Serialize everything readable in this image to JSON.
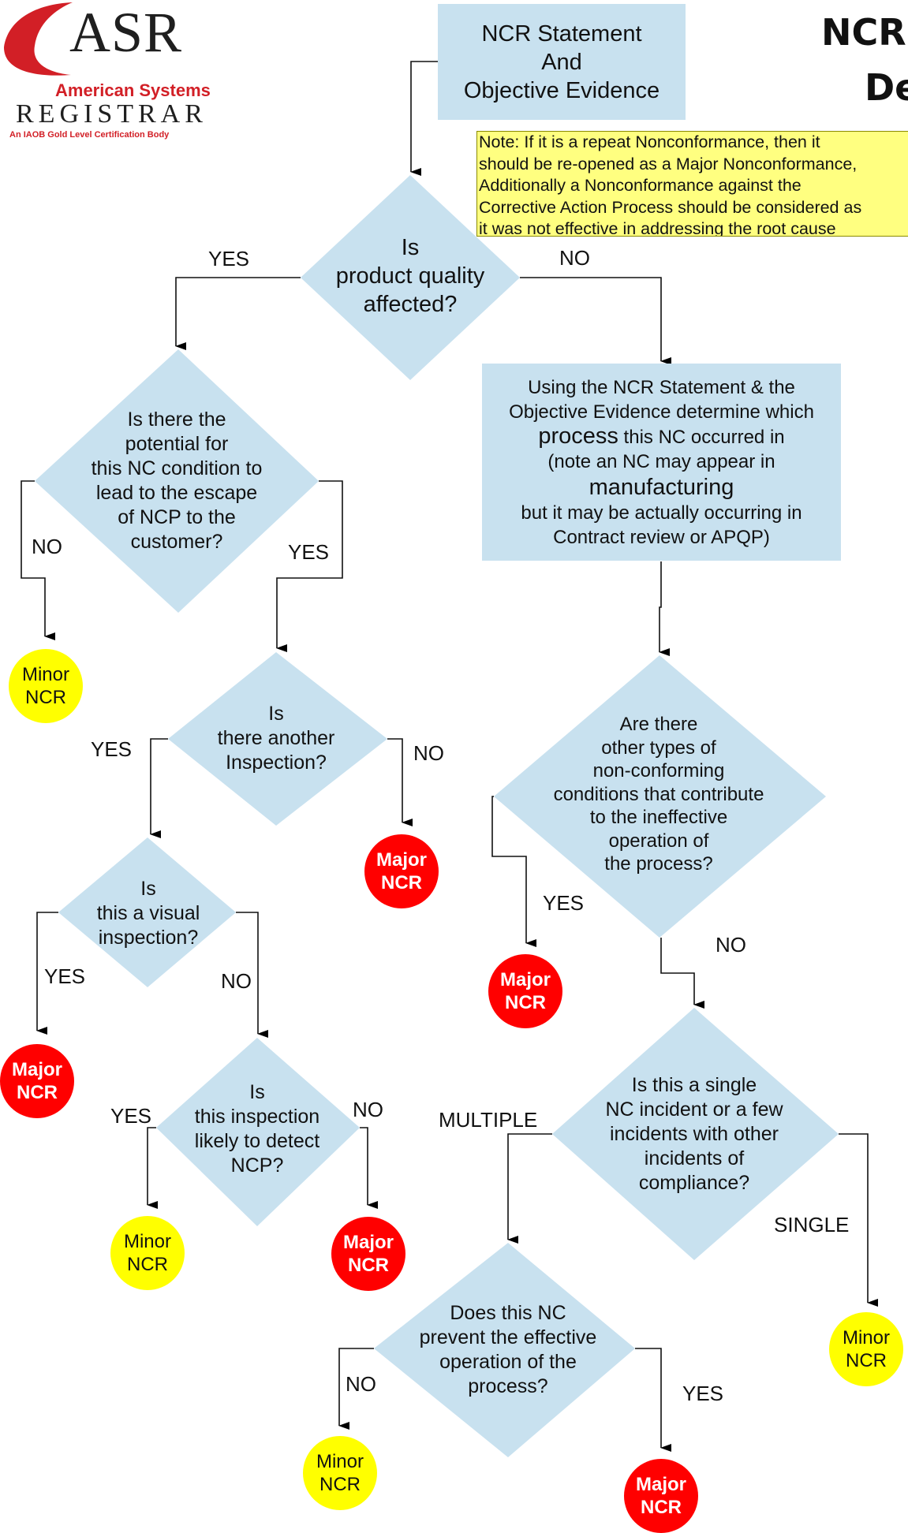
{
  "logo": {
    "mark": "ASR",
    "line1": "American Systems",
    "line2": "REGISTRAR",
    "tagline": "An IAOB Gold Level Certification Body",
    "colors": {
      "swoosh": "#d21f26",
      "text": "#1f1f1f",
      "red": "#d21f26"
    }
  },
  "title": {
    "line1": "NCR",
    "line2": "De"
  },
  "start": {
    "lines": [
      "NCR Statement",
      "And",
      "Objective Evidence"
    ]
  },
  "note": {
    "lines": [
      "Note:  If it is a repeat Nonconformance, then it",
      "should be re-opened as a Major Nonconformance,",
      "Additionally a Nonconformance against the",
      "Corrective Action Process should be considered as",
      "it was not effective in addressing the root cause"
    ]
  },
  "process_box": {
    "line1": "Using the NCR Statement & the",
    "line2": "Objective Evidence determine which",
    "line3_big": "process",
    "line3_rest": " this NC occurred in",
    "line4": "(note an NC may  appear in",
    "line5_big": "manufacturing",
    "line6": "but it may be actually occurring in",
    "line7": "Contract review or APQP)"
  },
  "decisions": {
    "product_quality": [
      "Is",
      "product quality",
      "affected?"
    ],
    "escape_potential": [
      "Is there the",
      "potential for",
      "this NC condition to",
      "lead to the escape",
      "of NCP to the",
      "customer?"
    ],
    "another_inspection": [
      "Is",
      "there another",
      "Inspection?"
    ],
    "visual_inspection": [
      "Is",
      "this a visual",
      "inspection?"
    ],
    "likely_detect": [
      "Is",
      "this inspection",
      "likely to detect",
      "NCP?"
    ],
    "other_types": [
      "Are there",
      "other types of",
      "non-conforming",
      "conditions that contribute",
      "to the ineffective",
      "operation of",
      "the process?"
    ],
    "single_incident": [
      "Is this a single",
      "NC incident or a few",
      "incidents with other",
      "incidents of",
      "compliance?"
    ],
    "prevent_operation": [
      "Does this NC",
      "prevent the effective",
      "operation of the",
      "process?"
    ]
  },
  "labels": {
    "yes": "YES",
    "no": "NO",
    "multiple": "MULTIPLE",
    "single": "SINGLE"
  },
  "outcomes": {
    "minor": [
      "Minor",
      "NCR"
    ],
    "major": [
      "Major",
      "NCR"
    ]
  },
  "colors": {
    "box_fill": "#c8e1ef",
    "minor": "#ffff00",
    "major": "#ff0000",
    "note_fill": "#ffff80",
    "lines": "#222222"
  }
}
